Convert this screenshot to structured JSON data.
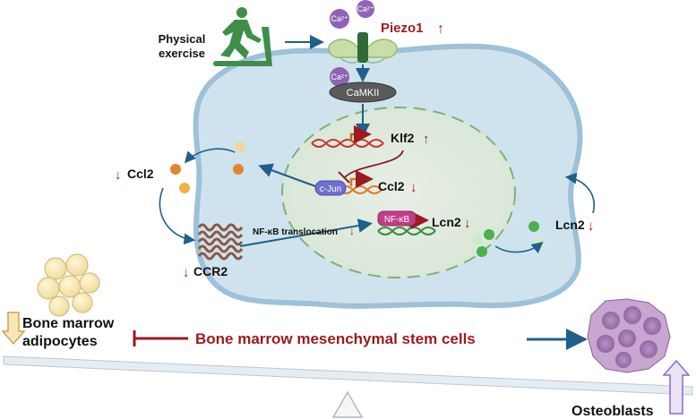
{
  "labels": {
    "physical_exercise_line1": "Physical",
    "physical_exercise_line2": "exercise",
    "piezo1": "Piezo1",
    "ca": "Ca²⁺",
    "camkii": "CaMKII",
    "klf2": "Klf2",
    "cjun": "c-Jun",
    "ccl2_nucleus": "Ccl2",
    "ccl2_outside": "Ccl2",
    "nfkb": "NF-κB",
    "lcn2_nucleus": "Lcn2",
    "lcn2_outside": "Lcn2",
    "nfkb_translocation": "NF-κB translocation",
    "ccr2": "CCR2",
    "bmsc": "Bone marrow mesenchymal stem cells",
    "adipocytes_line1": "Bone marrow",
    "adipocytes_line2": "adipocytes",
    "osteoblasts": "Osteoblasts"
  },
  "indicators": {
    "up": "↑",
    "down": "↓"
  },
  "colors": {
    "accent_red": "#9b1b1e",
    "arrow_blue": "#1f5f8b",
    "cell_fill": "#cfe3ee",
    "cell_outline": "#9cc1d9",
    "nucleus_fill": "#e2ece1",
    "nucleus_dash": "#7fb07a",
    "exercise_green": "#3e8e4a"
  }
}
